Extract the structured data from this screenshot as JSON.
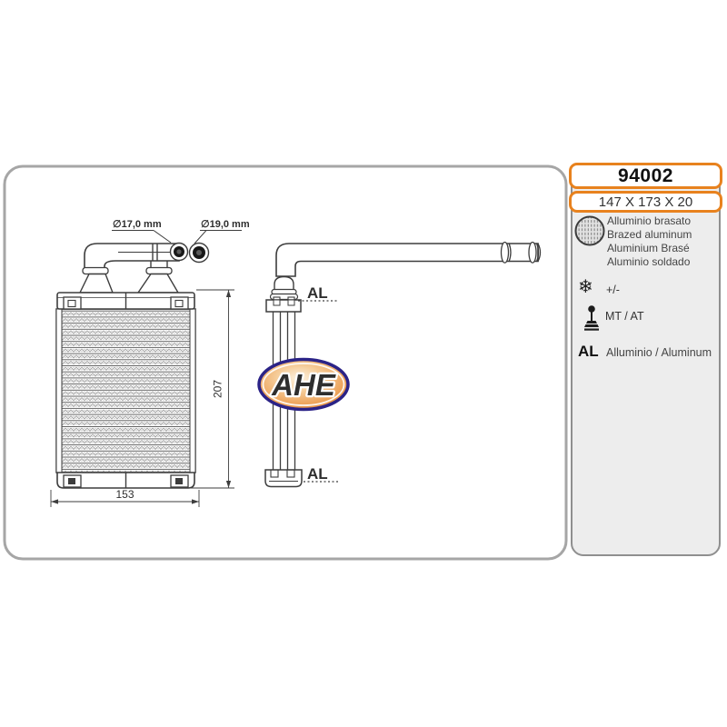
{
  "panel": {
    "part_number": "94002",
    "size": "147 X 173 X 20",
    "material_lines": [
      "Alluminio brasato",
      "Brazed aluminum",
      "Aluminium Brasé",
      "Aluminio soldado"
    ],
    "temp_label": "+/-",
    "transmission_label": "MT / AT",
    "al_code": "AL",
    "al_label": "Alluminio / Aluminum"
  },
  "drawing": {
    "dia_small": "∅17,0 mm",
    "dia_large": "∅19,0 mm",
    "width_mm": "153",
    "height_mm": "207",
    "al_top": "AL",
    "al_bottom": "AL",
    "logo": "AHE"
  },
  "icons": {
    "snowflake": "❄"
  },
  "colors": {
    "accent_orange": "#e8821e",
    "panel_gray": "#ededed",
    "logo_blue": "#2b2387",
    "logo_orange": "#e28a38",
    "line_color": "#3d3d3d"
  }
}
